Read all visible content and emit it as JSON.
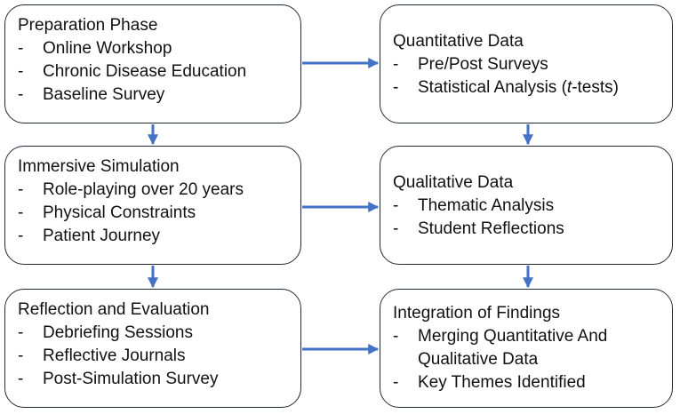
{
  "colors": {
    "arrow": "#4472c4",
    "border": "#1f2a38"
  },
  "left": [
    {
      "title": "Preparation Phase",
      "items": [
        "Online Workshop",
        "Chronic Disease Education",
        "Baseline Survey"
      ]
    },
    {
      "title": "Immersive Simulation",
      "items": [
        "Role-playing over 20 years",
        "Physical Constraints",
        "Patient Journey"
      ]
    },
    {
      "title": "Reflection and Evaluation",
      "items": [
        "Debriefing Sessions",
        "Reflective Journals",
        "Post-Simulation Survey"
      ]
    }
  ],
  "right": [
    {
      "title": "Quantitative Data",
      "items": [
        "Pre/Post Surveys",
        "Statistical Analysis (t-tests)"
      ]
    },
    {
      "title": "Qualitative Data",
      "items": [
        "Thematic Analysis",
        "Student Reflections"
      ]
    },
    {
      "title": "Integration of Findings",
      "items": [
        "Merging Quantitative And Qualitative Data",
        "Key Themes Identified"
      ]
    }
  ],
  "dash": "-"
}
